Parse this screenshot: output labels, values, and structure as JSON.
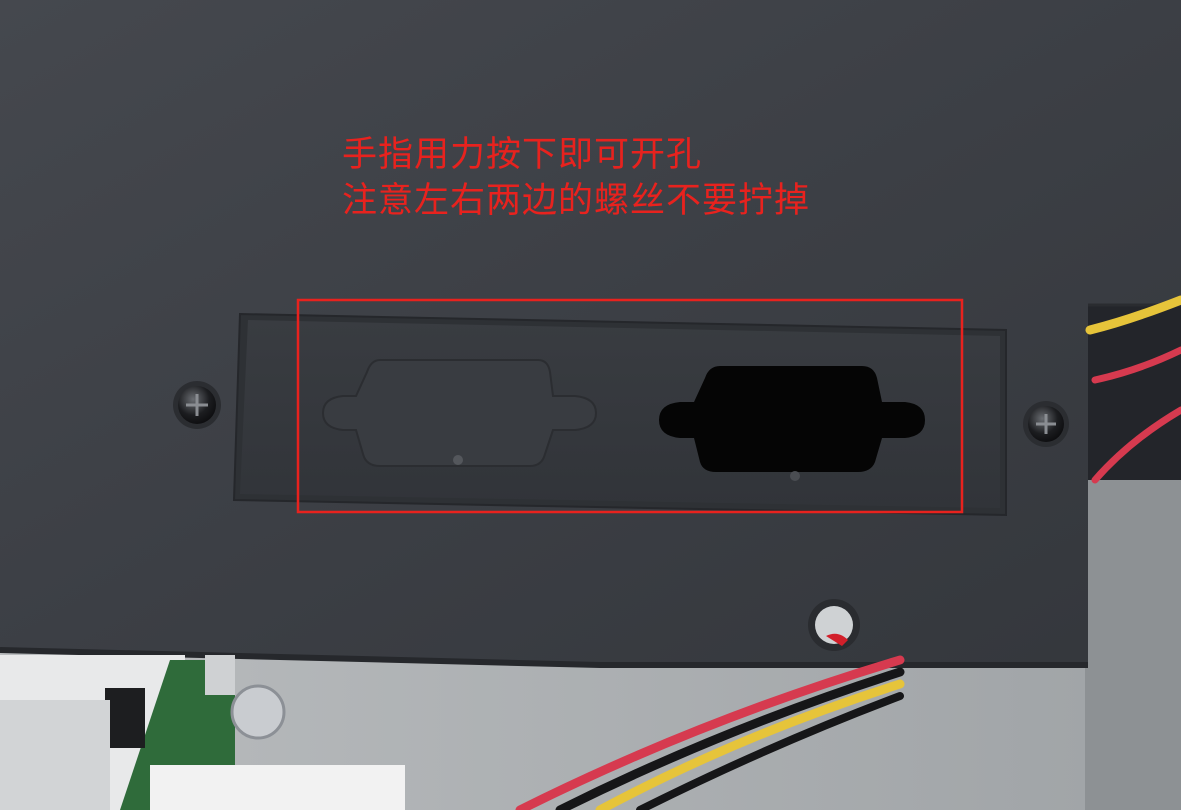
{
  "annotation": {
    "line1": "手指用力按下即可开孔",
    "line2": "注意左右两边的螺丝不要拧掉",
    "color": "#e8221e"
  },
  "highlight": {
    "color": "#e8221e",
    "target": "knockout-plate-db9-ports"
  },
  "colors": {
    "chassis": "#3b3e44",
    "plate": "#35383d",
    "cutout_open": "#050505",
    "cutout_closed": "#3a3d42",
    "wire_red": "#d63a4f",
    "wire_yellow": "#e6c43a",
    "pcb_green": "#2f6b3a"
  }
}
